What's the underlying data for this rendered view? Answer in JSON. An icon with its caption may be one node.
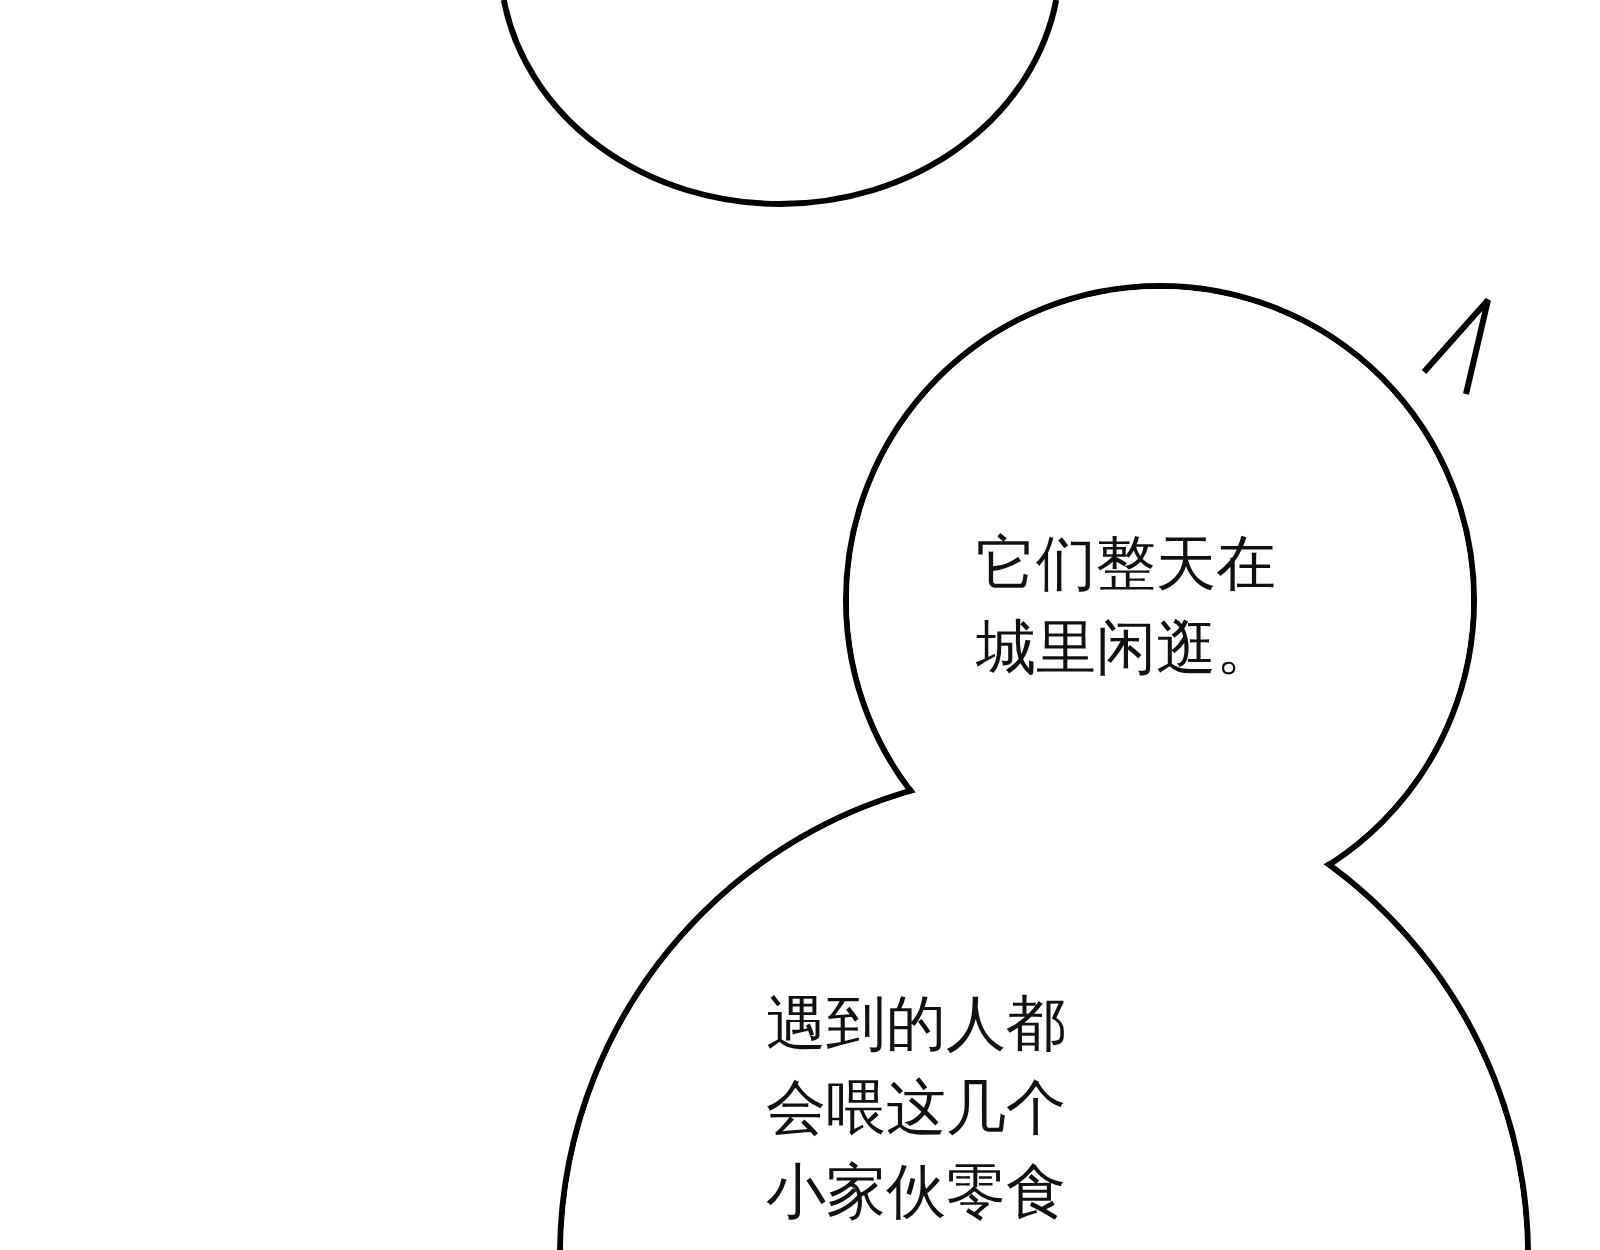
{
  "diagram": {
    "nodes": [
      {
        "text": [],
        "shape": "circle"
      },
      {
        "text": [
          "它们整天在城里闲逛。"
        ]
      },
      {
        "text": [
          "遇到的人都会喂这几个小家伙零食"
        ]
      }
    ]
  }
}
